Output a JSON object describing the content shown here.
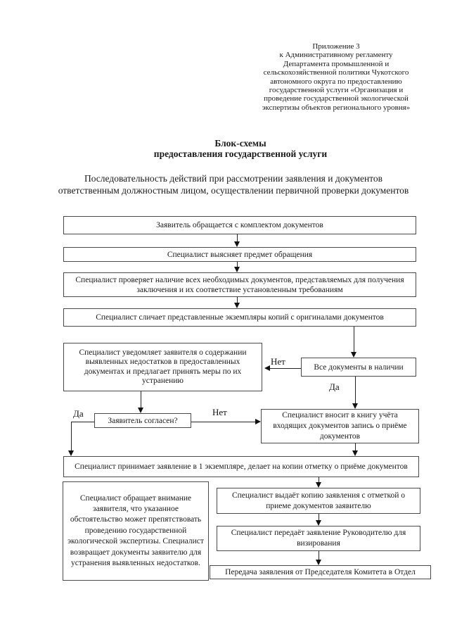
{
  "page": {
    "background": "#ffffff",
    "text_color": "#1a1a1a",
    "border_color": "#4a4a4a"
  },
  "header": {
    "lines": [
      "Приложение 3",
      "к Административному регламенту",
      "Департамента промышленной и",
      "сельскохозяйственной политики Чукотского",
      "автономного округа по предоставлению",
      "государственной услуги «Организация и",
      "проведение государственной экологической",
      "экспертизы объектов регионального уровня»"
    ]
  },
  "title": {
    "line1": "Блок-схемы",
    "line2": "предоставления государственной услуги"
  },
  "subtitle": "Последовательность действий при рассмотрении заявления и документов ответственным должностным лицом, осуществлении первичной проверки документов",
  "flowchart": {
    "boxes": {
      "applicant_submits": "Заявитель обращается с комплектом документов",
      "specialist_clarifies": "Специалист выясняет предмет обращения",
      "specialist_checks": "Специалист проверяет наличие всех необходимых документов, представляемых для получения заключения и их соответствие установленным требованиям",
      "specialist_compares": "Специалист сличает представленные экземпляры копий с оригиналами документов",
      "specialist_notifies": "Специалист уведомляет заявителя о содержании выявленных недостатков в предоставленных документах и предлагает принять меры по их устранению",
      "all_documents_present": "Все документы в наличии",
      "applicant_agrees": "Заявитель согласен?",
      "specialist_registers": "Специалист вносит в книгу учёта входящих документов запись о приёме документов",
      "specialist_accepts": "Специалист принимает заявление в 1 экземпляре, делает на копии отметку о приёме документов",
      "specialist_warns": "Специалист обращает внимание заявителя, что указанное обстоятельство может препятствовать проведению государственной экологической экспертизы. Специалист возвращает документы заявителю для устранения выявленных недостатков.",
      "specialist_issues_copy": "Специалист выдаёт копию заявления с отметкой о приеме документов заявителю",
      "specialist_passes": "Специалист передаёт заявление Руководителю для визирования",
      "transfer_to_department": "Передача заявления от Председателя Комитета в Отдел"
    },
    "labels": {
      "no_documents": "Нет",
      "yes_documents": "Да",
      "yes_agrees": "Да",
      "no_agrees": "Нет"
    }
  }
}
